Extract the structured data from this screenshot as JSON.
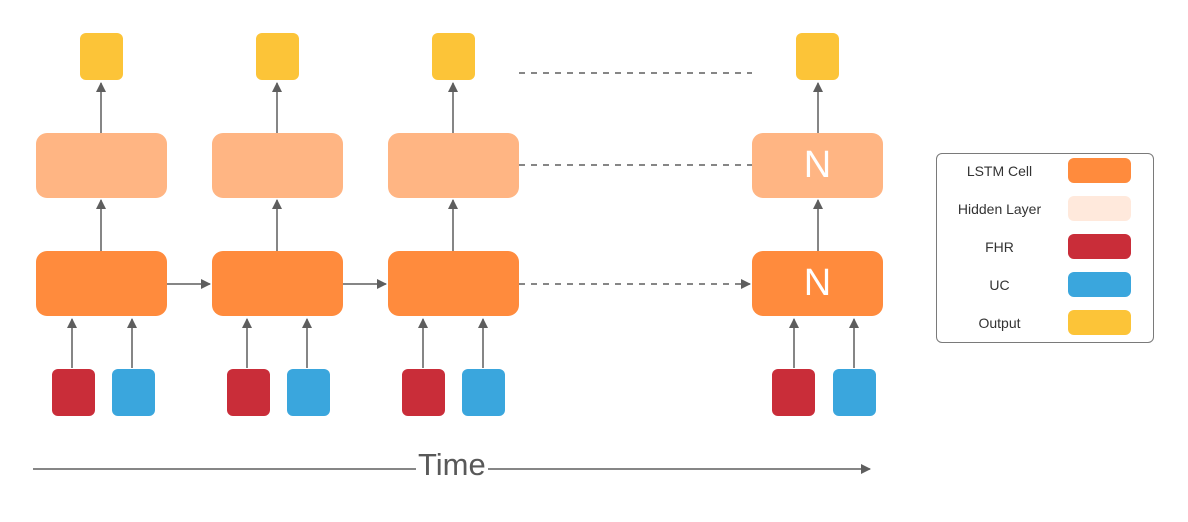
{
  "diagram": {
    "time_label": "Time",
    "last_step_label": "N",
    "colors": {
      "lstm_cell": "#ff8b3d",
      "hidden_layer": "#ffb583",
      "fhr": "#c92d39",
      "uc": "#3aa6dd",
      "output": "#fcc438",
      "arrow": "#5e5e5e"
    }
  },
  "legend": {
    "items": [
      {
        "label": "LSTM Cell",
        "color": "#ff8b3d"
      },
      {
        "label": "Hidden Layer",
        "color": "#ffe9dc"
      },
      {
        "label": "FHR",
        "color": "#c92d39"
      },
      {
        "label": "UC",
        "color": "#3aa6dd"
      },
      {
        "label": "Output",
        "color": "#fcc438"
      }
    ]
  }
}
